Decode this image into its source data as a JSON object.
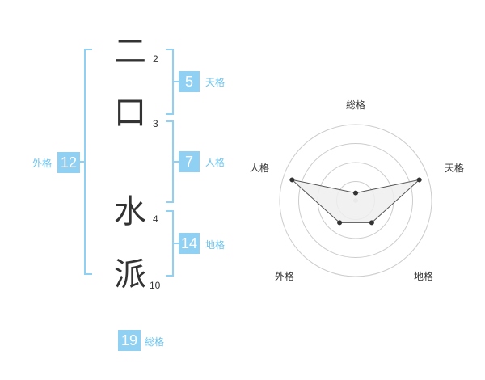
{
  "name_chars": [
    {
      "char": "二",
      "strokes": "2"
    },
    {
      "char": "口",
      "strokes": "3"
    },
    {
      "char": "水",
      "strokes": "4"
    },
    {
      "char": "派",
      "strokes": "10"
    }
  ],
  "kaku": {
    "ten": {
      "value": "5",
      "label": "天格"
    },
    "jin": {
      "value": "7",
      "label": "人格"
    },
    "chi": {
      "value": "14",
      "label": "地格"
    },
    "gai": {
      "value": "12",
      "label": "外格"
    },
    "sou": {
      "value": "19",
      "label": "総格"
    }
  },
  "radar": {
    "axes": [
      "総格",
      "天格",
      "地格",
      "外格",
      "人格"
    ],
    "levels": 4,
    "values": [
      0.1,
      0.88,
      0.36,
      0.36,
      0.88
    ],
    "colors": {
      "ring": "#cccccc",
      "fill": "#eeeeee",
      "line": "#555555",
      "point": "#333333",
      "center": "#cccccc"
    }
  },
  "colors": {
    "accent": "#8fd0f3",
    "accent_text": "#6cc4ee"
  }
}
